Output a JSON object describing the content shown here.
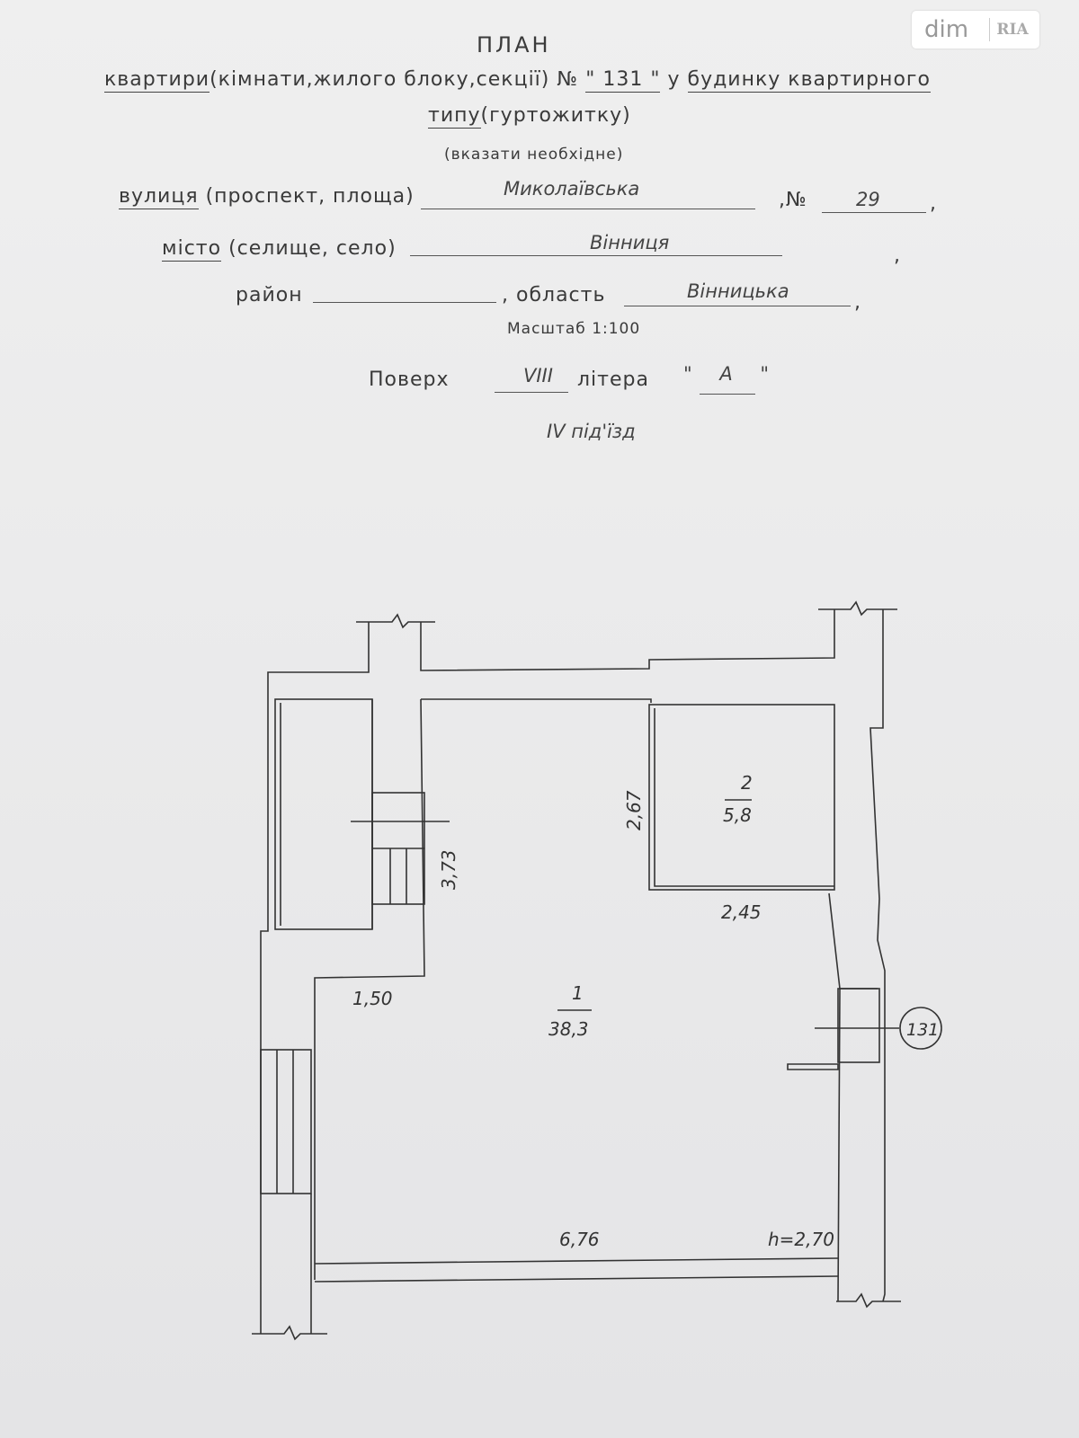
{
  "header": {
    "title": "ПЛАН",
    "line1_part1": "квартири",
    "line1_part2": "(кімнати,жилого блоку,секції) №",
    "apartment_number": "\" 131 \"",
    "line1_part3": "у",
    "line1_part4": "будинку квартирного",
    "line2_part1": "типу",
    "line2_part2": "(гуртожитку)",
    "note": "(вказати необхідне)"
  },
  "address": {
    "street_label_u": "вулиця",
    "street_label": "(проспект, площа)",
    "street_value": "Миколаївська",
    "number_label": ",№",
    "number_value": "29",
    "city_label_u": "місто",
    "city_label": "(селище, село)",
    "city_value": "Вінниця",
    "district_label": "район",
    "region_label": ", область",
    "region_value": "Вінницька",
    "scale": "Масштаб 1:100",
    "floor_label": "Поверх",
    "floor_value": "VIII",
    "letter_label": "літера",
    "letter_value": "\" А \"",
    "entrance": "IV під'їзд"
  },
  "plan": {
    "room1_number": "1",
    "room1_area": "38,3",
    "room2_number": "2",
    "room2_area": "5,8",
    "dim_267": "2,67",
    "dim_373": "3,73",
    "dim_245": "2,45",
    "dim_150": "1,50",
    "dim_676": "6,76",
    "height": "h=2,70",
    "apt_marker": "131"
  },
  "watermark": {
    "brand1": "dim",
    "brand2": "RIA"
  }
}
